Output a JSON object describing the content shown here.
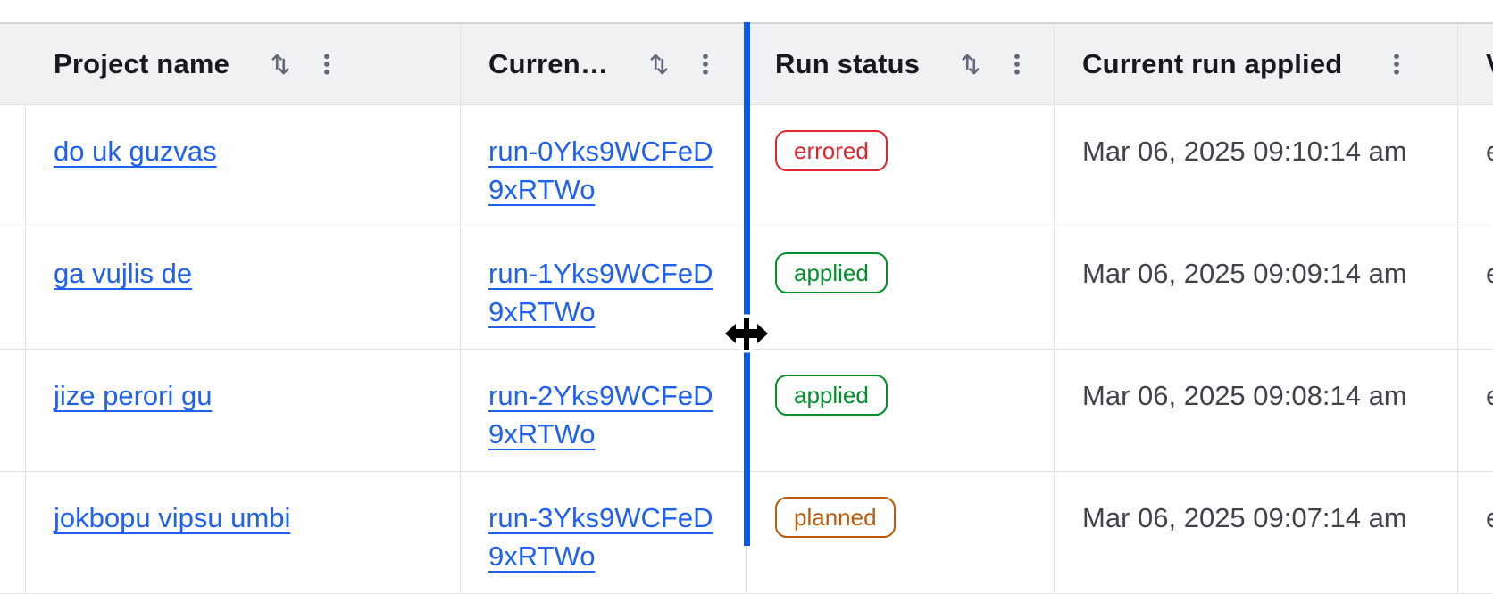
{
  "table": {
    "columns": [
      {
        "label": "Project name",
        "sortable": true,
        "menu": true
      },
      {
        "label": "Curren…",
        "sortable": true,
        "menu": true
      },
      {
        "label": "Run status",
        "sortable": true,
        "menu": true
      },
      {
        "label": "Current run applied",
        "sortable": false,
        "menu": true
      },
      {
        "label": "V",
        "sortable": false,
        "menu": false,
        "partially_visible": true
      }
    ],
    "rows": [
      {
        "project": "do uk guzvas",
        "current_run": "run-0Yks9WCFeD9xRTWo",
        "run_status": "errored",
        "current_run_applied": "Mar 06, 2025 09:10:14 am",
        "next_col_partial": "e"
      },
      {
        "project": "ga vujlis de",
        "current_run": "run-1Yks9WCFeD9xRTWo",
        "run_status": "applied",
        "current_run_applied": "Mar 06, 2025 09:09:14 am",
        "next_col_partial": "e"
      },
      {
        "project": "jize perori gu",
        "current_run": "run-2Yks9WCFeD9xRTWo",
        "run_status": "applied",
        "current_run_applied": "Mar 06, 2025 09:08:14 am",
        "next_col_partial": "e"
      },
      {
        "project": "jokbopu vipsu umbi",
        "current_run": "run-3Yks9WCFeD9xRTWo",
        "run_status": "planned",
        "current_run_applied": "Mar 06, 2025 09:07:14 am",
        "next_col_partial": "e"
      }
    ],
    "status_colors": {
      "errored": "#e0252e",
      "applied": "#008f28",
      "planned": "#bb5a0a"
    },
    "link_color": "#1f60f0",
    "resize_indicator_color": "#0d57e9",
    "header_bg": "#f0f1f2"
  }
}
